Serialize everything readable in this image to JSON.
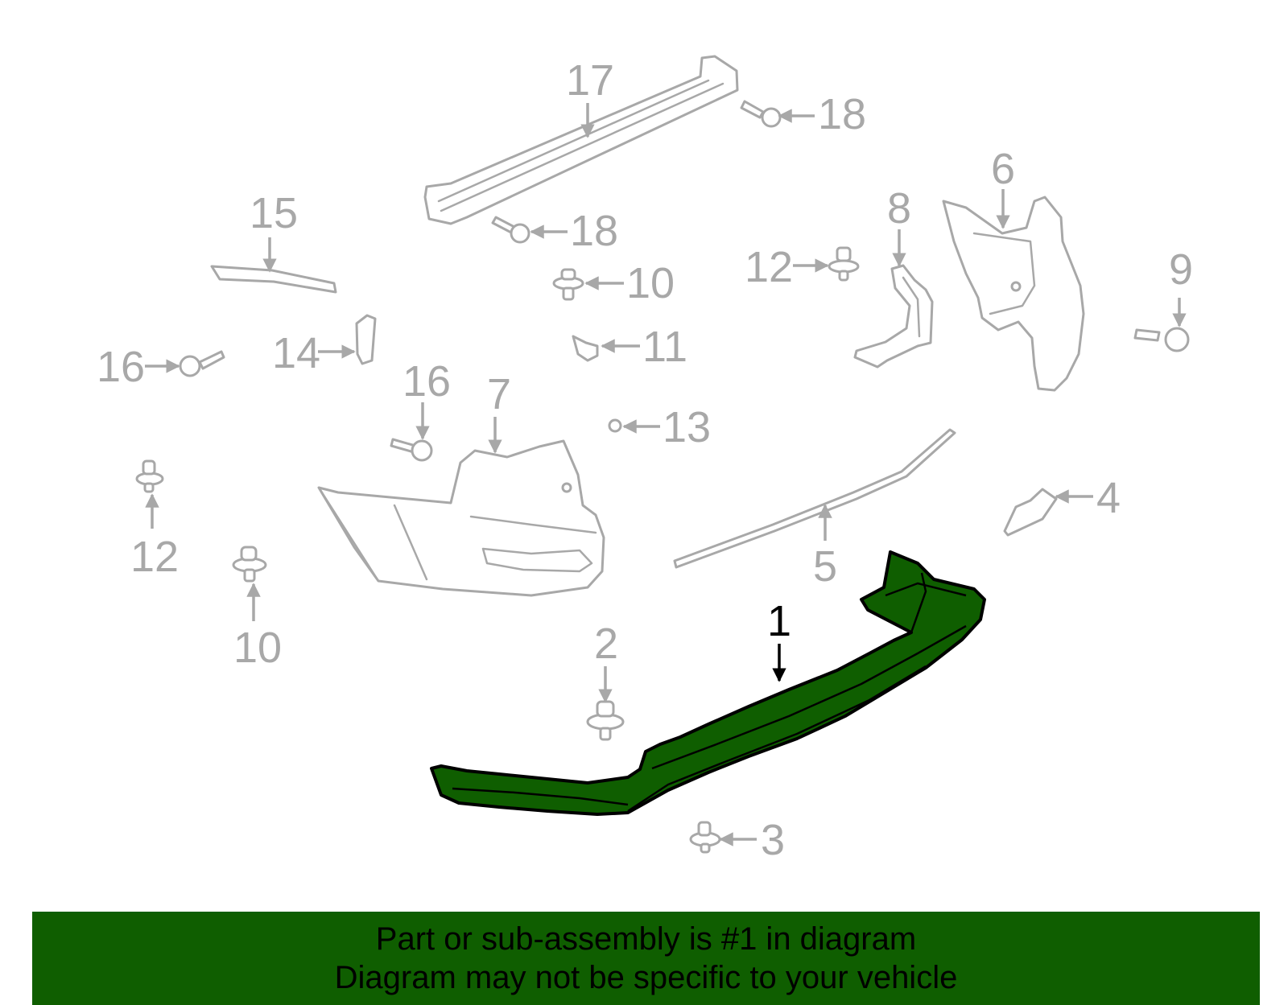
{
  "callouts": {
    "c1": "1",
    "c2": "2",
    "c3": "3",
    "c4": "4",
    "c5": "5",
    "c6": "6",
    "c7": "7",
    "c8": "8",
    "c9": "9",
    "c10a": "10",
    "c10b": "10",
    "c11": "11",
    "c12a": "12",
    "c12b": "12",
    "c13": "13",
    "c14": "14",
    "c15": "15",
    "c16a": "16",
    "c16b": "16",
    "c17": "17",
    "c18a": "18",
    "c18b": "18"
  },
  "banner": {
    "line1": "Part or sub-assembly is #1 in diagram",
    "line2": "Diagram may not be specific to your vehicle"
  },
  "colors": {
    "highlight": "#0f5e00",
    "part_outline": "#a8a8a8",
    "banner_background": "#0f5e00"
  }
}
